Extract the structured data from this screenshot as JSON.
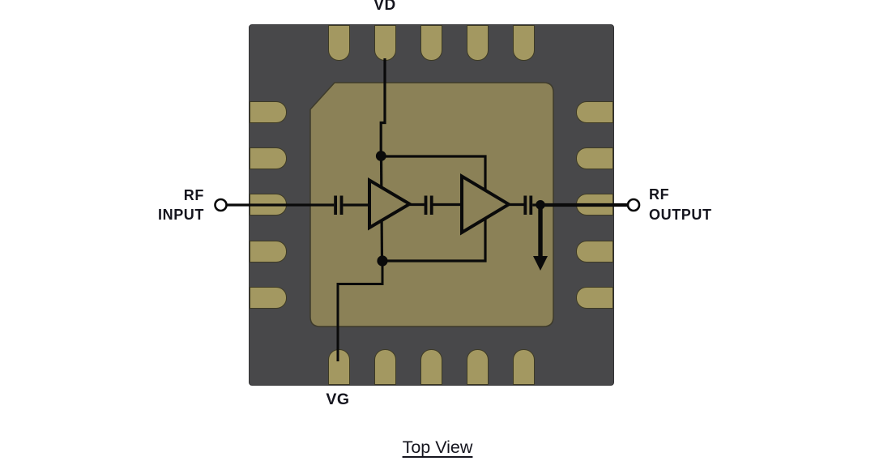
{
  "diagram": {
    "caption": "Top View",
    "labels": {
      "vd": "VD",
      "vg": "VG",
      "rf_input": [
        "RF",
        "INPUT"
      ],
      "rf_output": [
        "RF",
        "OUTPUT"
      ]
    },
    "package": {
      "style": "QFN",
      "pins_per_side": 5,
      "amplifier_stages": 2,
      "coupling_capacitors": 3
    },
    "colors": {
      "background": "#ffffff",
      "package_body": "#48484a",
      "pad": "#a39861",
      "die": "#8b8157",
      "trace": "#0a0a0a",
      "text": "#15151e"
    }
  }
}
